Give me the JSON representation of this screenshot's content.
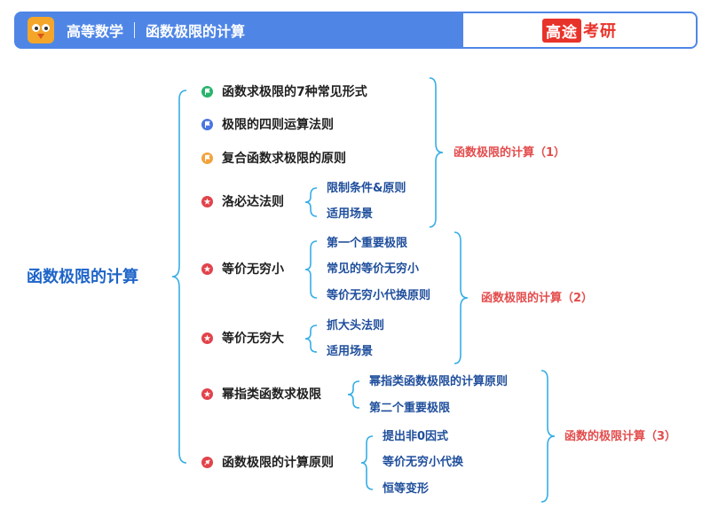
{
  "header": {
    "app_name": "高等数学",
    "page_title": "函数极限的计算",
    "brand_box": "高途",
    "brand_text": "考研"
  },
  "colors": {
    "header_bg": "#4f86e6",
    "bracket": "#35aee6",
    "root_text": "#1e64c8",
    "sub_text": "#1f4e9c",
    "group_label": "#e34c4c",
    "icon_green": "#27b36b",
    "icon_blue": "#4a74e0",
    "icon_orange": "#f2a23a",
    "icon_red": "#e2434b"
  },
  "mindmap": {
    "root": "函数极限的计算",
    "items": [
      {
        "label": "函数求极限的7种常见形式",
        "icon": "flag-icon-green"
      },
      {
        "label": "极限的四则运算法则",
        "icon": "flag-icon-blue"
      },
      {
        "label": "复合函数求极限的原则",
        "icon": "flag-icon-orange"
      },
      {
        "label": "洛必达法则",
        "icon": "star-icon-red",
        "children": [
          "限制条件&原则",
          "适用场景"
        ]
      },
      {
        "label": "等价无穷小",
        "icon": "star-icon-red",
        "children": [
          "第一个重要极限",
          "常见的等价无穷小",
          "等价无穷小代换原则"
        ]
      },
      {
        "label": "等价无穷大",
        "icon": "star-icon-red",
        "children": [
          "抓大头法则",
          "适用场景"
        ]
      },
      {
        "label": "幂指类函数求极限",
        "icon": "star-icon-red",
        "children": [
          "幂指类函数极限的计算原则",
          "第二个重要极限"
        ]
      },
      {
        "label": "函数极限的计算原则",
        "icon": "pin-icon-red",
        "children": [
          "提出非0因式",
          "等价无穷小代换",
          "恒等变形"
        ]
      }
    ],
    "groups": [
      "函数极限的计算（1）",
      "函数极限的计算（2）",
      "函数的极限计算（3）"
    ]
  }
}
